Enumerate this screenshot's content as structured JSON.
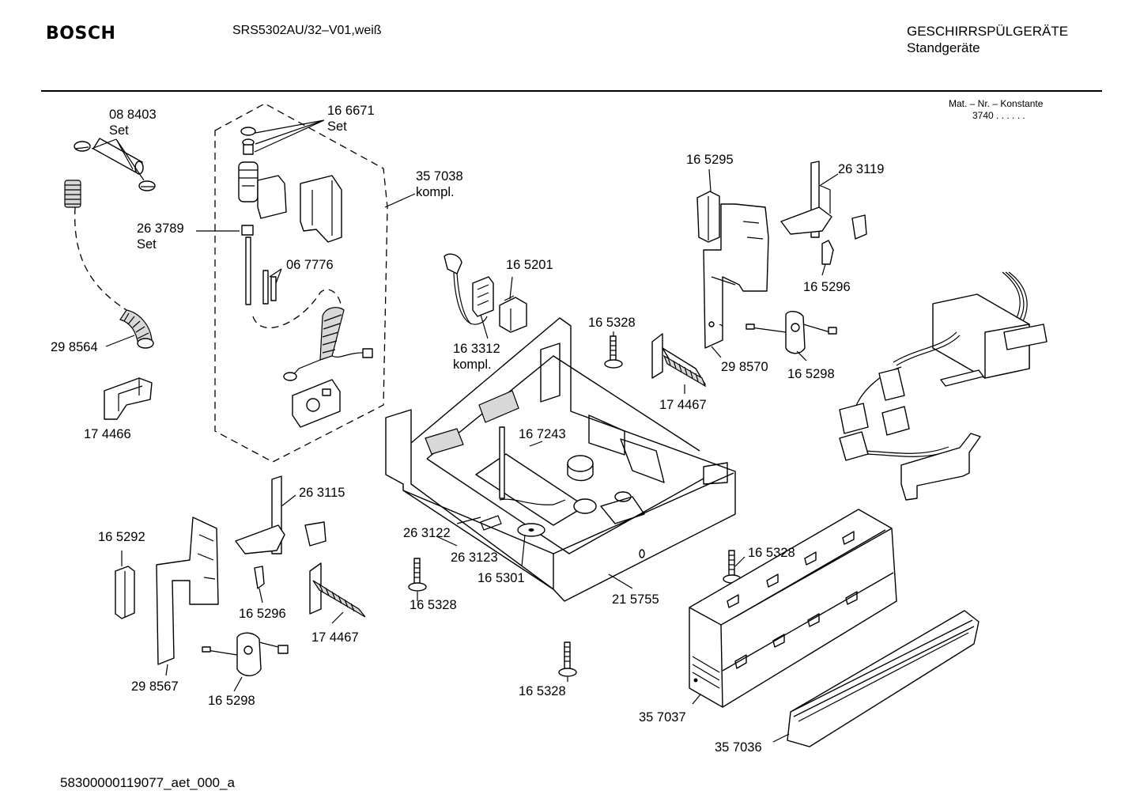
{
  "header": {
    "brand": "BOSCH",
    "model": "SRS5302AU/32–V01,weiß",
    "category": "GESCHIRRSPÜLGERÄTE",
    "subcategory": "Standgeräte",
    "mat_label": "Mat. – Nr. – Konstante",
    "mat_value": "3740 . . . . . ."
  },
  "footer": {
    "doc_id": "58300000119077_aet_000_a"
  },
  "parts": [
    {
      "id": "p01",
      "lines": [
        "08 8403",
        "Set"
      ]
    },
    {
      "id": "p02",
      "lines": [
        "16 6671",
        "Set"
      ]
    },
    {
      "id": "p03",
      "lines": [
        "35 7038",
        "kompl."
      ]
    },
    {
      "id": "p04",
      "lines": [
        "26 3789",
        "Set"
      ]
    },
    {
      "id": "p05",
      "lines": [
        "06 7776"
      ]
    },
    {
      "id": "p06",
      "lines": [
        "29 8564"
      ]
    },
    {
      "id": "p07",
      "lines": [
        "17 4466"
      ]
    },
    {
      "id": "p08",
      "lines": [
        "16 5201"
      ]
    },
    {
      "id": "p09",
      "lines": [
        "16 3312",
        "kompl."
      ]
    },
    {
      "id": "p10",
      "lines": [
        "16 5295"
      ]
    },
    {
      "id": "p11",
      "lines": [
        "26 3119"
      ]
    },
    {
      "id": "p12",
      "lines": [
        "16 5296"
      ]
    },
    {
      "id": "p13",
      "lines": [
        "16 5328"
      ]
    },
    {
      "id": "p14",
      "lines": [
        "29 8570"
      ]
    },
    {
      "id": "p15",
      "lines": [
        "16 5298"
      ]
    },
    {
      "id": "p16",
      "lines": [
        "17 4467"
      ]
    },
    {
      "id": "p17",
      "lines": [
        "16 7243"
      ]
    },
    {
      "id": "p18",
      "lines": [
        "26 3115"
      ]
    },
    {
      "id": "p19",
      "lines": [
        "16 5292"
      ]
    },
    {
      "id": "p20",
      "lines": [
        "26 3122"
      ]
    },
    {
      "id": "p21",
      "lines": [
        "26 3123"
      ]
    },
    {
      "id": "p22",
      "lines": [
        "16 5301"
      ]
    },
    {
      "id": "p23",
      "lines": [
        "16 5328"
      ]
    },
    {
      "id": "p24",
      "lines": [
        "21 5755"
      ]
    },
    {
      "id": "p25",
      "lines": [
        "16 5328"
      ]
    },
    {
      "id": "p26",
      "lines": [
        "16 5296"
      ]
    },
    {
      "id": "p27",
      "lines": [
        "17 4467"
      ]
    },
    {
      "id": "p28",
      "lines": [
        "29 8567"
      ]
    },
    {
      "id": "p29",
      "lines": [
        "16 5298"
      ]
    },
    {
      "id": "p30",
      "lines": [
        "16 5328"
      ]
    },
    {
      "id": "p31",
      "lines": [
        "35 7037"
      ]
    },
    {
      "id": "p32",
      "lines": [
        "35 7036"
      ]
    }
  ]
}
